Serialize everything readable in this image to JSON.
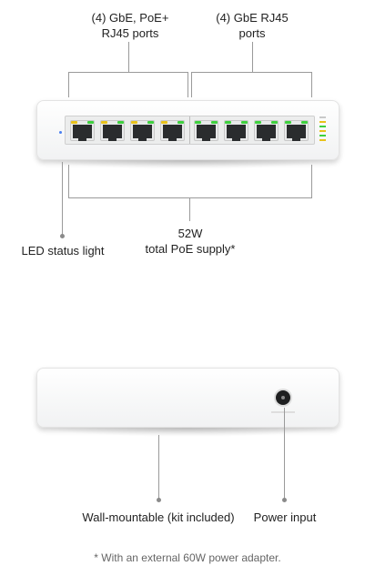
{
  "labels": {
    "poe_ports": "(4) GbE, PoE+\nRJ45 ports",
    "poe_ports_line1": "(4) GbE, PoE+",
    "poe_ports_line2": "RJ45 ports",
    "rj45_ports_line1": "(4) GbE RJ45",
    "rj45_ports_line2": "ports",
    "poe_supply_line1": "52W",
    "poe_supply_line2": "total PoE supply*",
    "led_status": "LED status light",
    "wall_mount": "Wall-mountable (kit included)",
    "power_input": "Power input"
  },
  "footnote": "* With an external 60W power adapter.",
  "colors": {
    "led_green": "#3ed13e",
    "led_amber": "#e8c21a",
    "status_led": "#4a7ff0",
    "device_body": "#f4f5f6"
  },
  "ports": [
    {
      "group": "poe",
      "index": 1
    },
    {
      "group": "poe",
      "index": 2
    },
    {
      "group": "poe",
      "index": 3
    },
    {
      "group": "poe",
      "index": 4
    },
    {
      "group": "rj45",
      "index": 5
    },
    {
      "group": "rj45",
      "index": 6
    },
    {
      "group": "rj45",
      "index": 7
    },
    {
      "group": "rj45",
      "index": 8
    }
  ]
}
